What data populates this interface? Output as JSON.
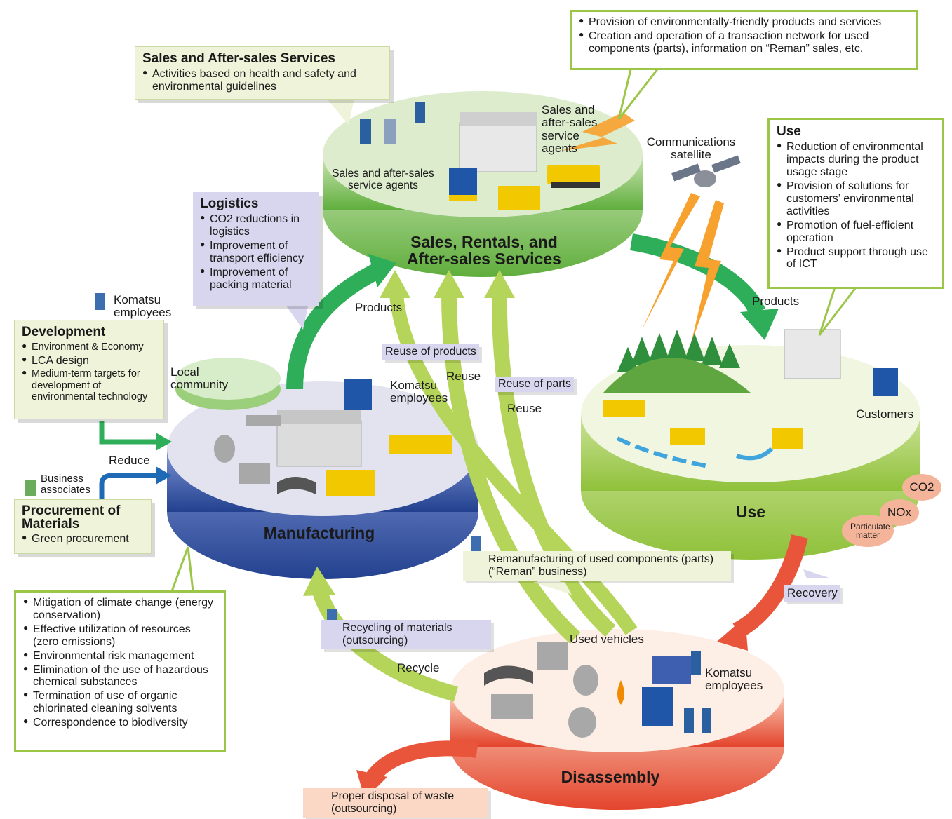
{
  "boxes": {
    "sales_service": {
      "title": "Sales and After-sales Services",
      "items": [
        "Activities based on health and safety and environmental guidelines"
      ]
    },
    "provision": {
      "items": [
        "Provision of environmentally-friendly products and services",
        "Creation and operation of a transaction network for used components (parts), information on “Reman” sales, etc."
      ]
    },
    "use": {
      "title": "Use",
      "items": [
        "Reduction of environmental impacts during the product usage stage",
        "Provision of solutions for customers’ environmental activities",
        "Promotion of fuel-efficient operation",
        "Product support through use of ICT"
      ]
    },
    "logistics": {
      "title": "Logistics",
      "items": [
        "CO2 reductions in logistics",
        "Improvement of transport efficiency",
        "Improvement of packing material"
      ]
    },
    "development": {
      "title": "Development",
      "items": [
        "Environment & Economy",
        "LCA design",
        "Medium-term targets for development of environmental technology"
      ]
    },
    "procurement": {
      "title": "Procurement of Materials",
      "items": [
        "Green procurement"
      ]
    },
    "manufacturing_list": {
      "items": [
        "Mitigation of climate change (energy conservation)",
        "Effective utilization of resources (zero emissions)",
        "Environmental risk management",
        "Elimination of the use of hazardous chemical substances",
        "Termination of use of organic chlorinated cleaning solvents",
        "Correspondence to biodiversity"
      ]
    }
  },
  "stages": {
    "sales": "Sales, Rentals, and After-sales Services",
    "use": "Use",
    "manufacturing": "Manufacturing",
    "disassembly": "Disassembly"
  },
  "labels": {
    "products_top": "Products",
    "products_right": "Products",
    "reuse_products": "Reuse of products",
    "reuse_parts": "Reuse of parts",
    "reuse_1": "Reuse",
    "reuse_2": "Reuse",
    "recovery": "Recovery",
    "recycle": "Recycle",
    "reduce": "Reduce",
    "recycling_materials": "Recycling of materials (outsourcing)",
    "reman": "Remanufacturing of used components (parts) (“Reman” business)",
    "proper_disposal": "Proper disposal of waste (outsourcing)",
    "komatsu_employees_top": "Komatsu employees",
    "komatsu_employees_mfg": "Komatsu employees",
    "komatsu_employees_dis": "Komatsu employees",
    "business_associates": "Business associates",
    "local_community": "Local community",
    "sales_agents_top": "Sales and after-sales service agents",
    "sales_agents_disc": "Sales and after-sales service agents",
    "satellite": "Communications satellite",
    "customers": "Customers",
    "used_vehicles": "Used vehicles",
    "co2": "CO2",
    "nox": "NOx",
    "particulate": "Particulate matter"
  },
  "colors": {
    "green_box_border": "#9cc648",
    "green_arrow": "#2fae5a",
    "light_green_arrow": "#b5d55a",
    "red_arrow": "#e8553a",
    "blue_disc": "#2c4fa0",
    "orange_bolt": "#f7a12e"
  },
  "icons": [
    "person-icon",
    "satellite-icon",
    "building-icon",
    "excavator-icon",
    "forklift-icon",
    "bulldozer-icon",
    "tree-icon",
    "oil-drop-icon"
  ]
}
